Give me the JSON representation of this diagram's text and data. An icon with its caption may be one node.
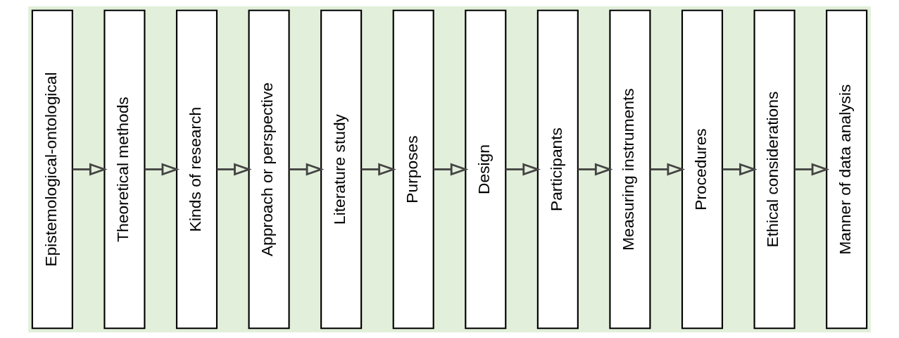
{
  "diagram": {
    "nodes": [
      {
        "text": [
          "Epistemological-ontological"
        ]
      },
      {
        "text": [
          "Theoretical methods"
        ]
      },
      {
        "text": [
          "Kinds of research"
        ]
      },
      {
        "text": [
          "Approach or perspective"
        ]
      },
      {
        "text": [
          "Literature study"
        ]
      },
      {
        "text": [
          "Purposes"
        ]
      },
      {
        "text": [
          "Design"
        ]
      },
      {
        "text": [
          "Participants"
        ]
      },
      {
        "text": [
          "Measuring instruments"
        ]
      },
      {
        "text": [
          "Procedures"
        ]
      },
      {
        "text": [
          "Ethical considerations"
        ]
      },
      {
        "text": [
          "Manner of data analysis"
        ]
      }
    ],
    "edges": [
      {
        "from": 0,
        "to": 1,
        "arrow": "to"
      },
      {
        "from": 1,
        "to": 2,
        "arrow": "to"
      },
      {
        "from": 2,
        "to": 3,
        "arrow": "to"
      },
      {
        "from": 3,
        "to": 4,
        "arrow": "to"
      },
      {
        "from": 4,
        "to": 5,
        "arrow": "to"
      },
      {
        "from": 5,
        "to": 6,
        "arrow": "to"
      },
      {
        "from": 6,
        "to": 7,
        "arrow": "to"
      },
      {
        "from": 7,
        "to": 8,
        "arrow": "to"
      },
      {
        "from": 8,
        "to": 9,
        "arrow": "to"
      },
      {
        "from": 9,
        "to": 10,
        "arrow": "to"
      },
      {
        "from": 10,
        "to": 11,
        "arrow": "to"
      }
    ]
  }
}
